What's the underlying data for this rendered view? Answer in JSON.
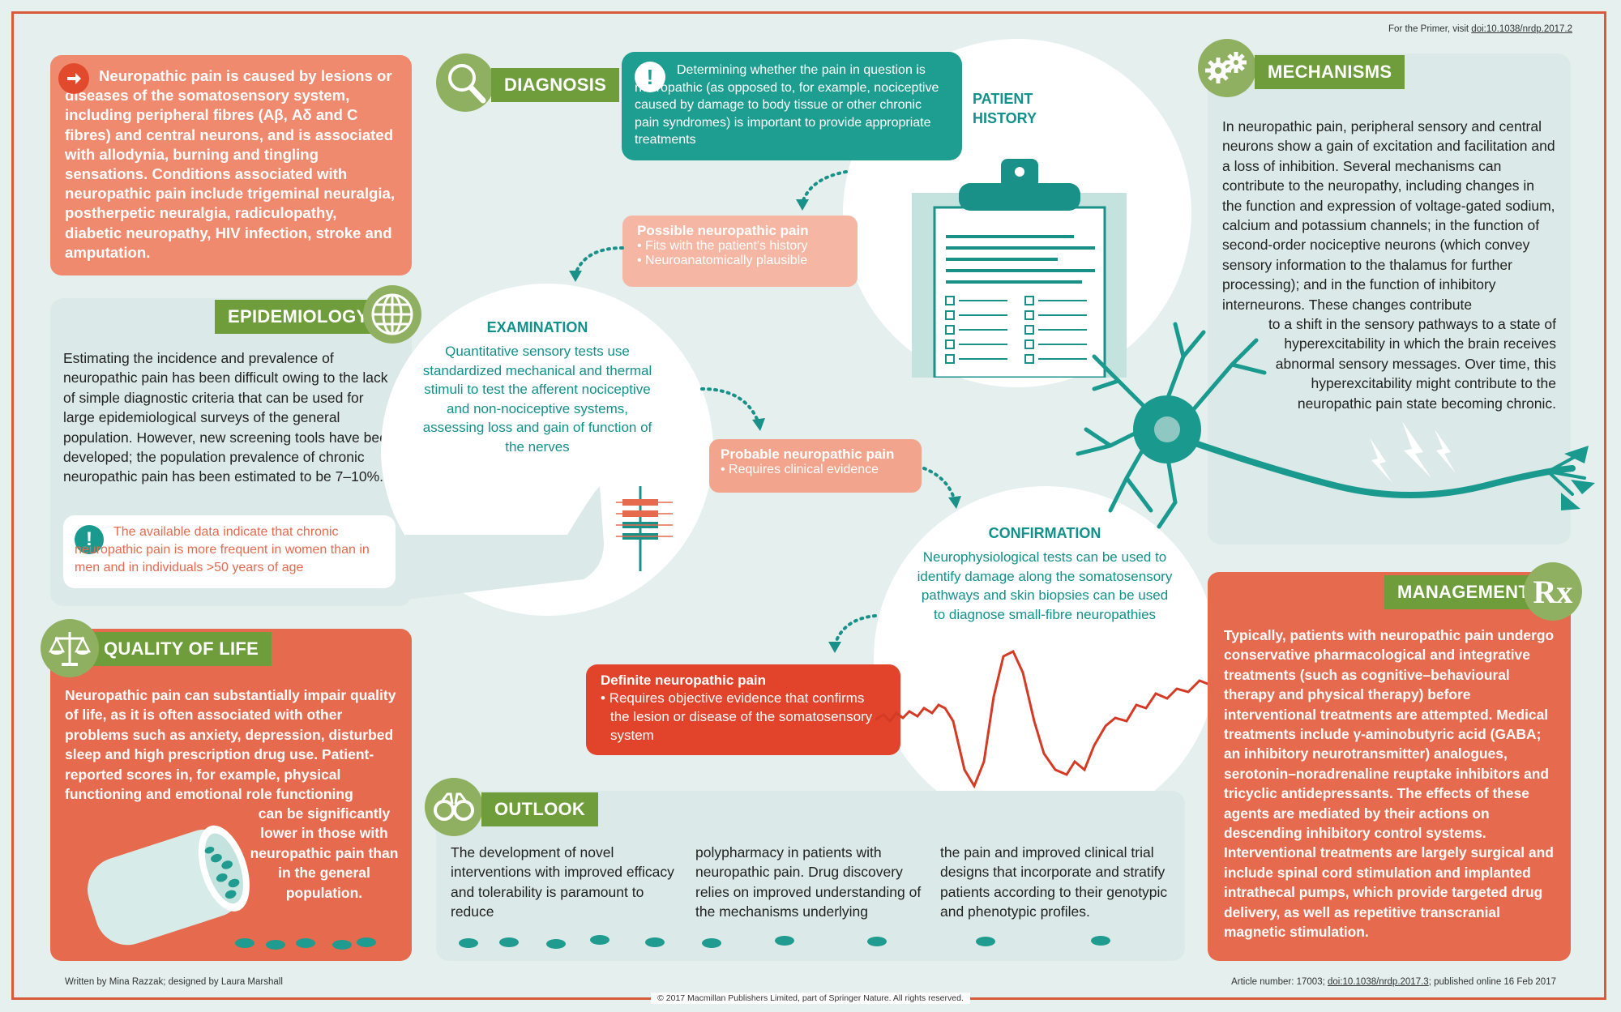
{
  "header": {
    "primer_text": "For the Primer, visit",
    "primer_link": "doi:10.1038/nrdp.2017.2"
  },
  "intro": {
    "text": "Neuropathic pain is caused by lesions or diseases of the somatosensory system, including peripheral fibres (Aβ, Aδ and C fibres) and central neurons, and is associated with allodynia, burning and tingling sensations. Conditions associated with neuropathic pain include trigeminal neuralgia, postherpetic neuralgia, radiculopathy, diabetic neuropathy, HIV infection, stroke and amputation."
  },
  "epidemiology": {
    "title": "EPIDEMIOLOGY",
    "text": "Estimating the incidence and prevalence of neuropathic pain has been difficult owing to the lack of simple diagnostic criteria that can be used for large epidemiological surveys of the general population. However, new screening tools have been developed; the population prevalence of chronic neuropathic pain has been estimated to be 7–10%.",
    "note": "The available data indicate that chronic neuropathic pain is more frequent in women than in men and in individuals >50 years of age"
  },
  "quality": {
    "title": "QUALITY OF LIFE",
    "text": "Neuropathic pain can substantially impair quality of life, as it is often associated with other problems such as anxiety, depression, disturbed sleep and high prescription drug use. Patient-reported scores in, for example, physical functioning and emotional role functioning",
    "text2": "can be significantly lower in those with neuropathic pain than in the general population."
  },
  "diagnosis": {
    "title": "DIAGNOSIS",
    "callout": "Determining whether the pain in question is neuropathic (as opposed to, for example, nociceptive caused by damage to body tissue or other chronic pain syndromes) is important to provide appropriate treatments"
  },
  "patient_history": {
    "title": "PATIENT HISTORY"
  },
  "possible": {
    "title": "Possible neuropathic pain",
    "items": [
      "• Fits with the patient's history",
      "• Neuroanatomically plausible"
    ]
  },
  "examination": {
    "title": "EXAMINATION",
    "text": "Quantitative sensory tests use standardized mechanical and thermal stimuli to test the afferent nociceptive and non-nociceptive systems, assessing loss and gain of function of the nerves"
  },
  "probable": {
    "title": "Probable neuropathic pain",
    "items": [
      "• Requires clinical evidence"
    ]
  },
  "confirmation": {
    "title": "CONFIRMATION",
    "text": "Neurophysiological tests can be used to identify damage along the somatosensory pathways and skin biopsies can be used to diagnose small-fibre neuropathies"
  },
  "definite": {
    "title": "Definite neuropathic pain",
    "item": "• Requires objective evidence that confirms the lesion or disease of the somatosensory system"
  },
  "mechanisms": {
    "title": "MECHANISMS",
    "text": "In neuropathic pain, peripheral sensory and central neurons show a gain of excitation and facilitation and a loss of inhibition. Several mechanisms can contribute to the neuropathy, including changes in the function and expression of voltage-gated sodium, calcium and potassium channels; in the function of second-order nociceptive neurons (which convey sensory information to the thalamus for further processing); and in the function of inhibitory interneurons. These changes contribute",
    "text2": "to a shift in the sensory pathways to a state of hyperexcitability in which the brain receives abnormal sensory messages. Over time, this hyperexcitability might contribute to the neuropathic pain state becoming chronic."
  },
  "management": {
    "title": "MANAGEMENT",
    "symbol": "Rx",
    "text": "Typically, patients with neuropathic pain undergo conservative pharmacological and integrative treatments (such as cognitive–behavioural therapy and physical therapy) before interventional treatments are attempted. Medical treatments include γ-aminobutyric acid (GABA; an inhibitory neurotransmitter) analogues, serotonin–noradrenaline reuptake inhibitors and tricyclic antidepressants. The effects of these agents are mediated by their actions on descending inhibitory control systems. Interventional treatments are largely surgical and include spinal cord stimulation and implanted intrathecal pumps, which provide targeted drug delivery, as well as repetitive transcranial magnetic stimulation."
  },
  "outlook": {
    "title": "OUTLOOK",
    "col1": "The development of novel interventions with improved efficacy and tolerability is paramount to reduce",
    "col2": "polypharmacy in patients with neuropathic pain. Drug discovery relies on improved understanding of the mechanisms underlying",
    "col3": "the pain and improved clinical trial designs that incorporate and stratify patients according to their genotypic and phenotypic profiles."
  },
  "footer": {
    "credits": "Written by Mina Razzak; designed by Laura Marshall",
    "article": "Article number: 17003;",
    "article_doi": "doi:10.1038/nrdp.2017.3",
    "published": "; published online 16 Feb 2017",
    "copyright": "© 2017 Macmillan Publishers Limited, part of Springer Nature. All rights reserved."
  },
  "colors": {
    "teal": "#12908a",
    "green": "#6f9d3b",
    "orange": "#e56a4e",
    "salmon": "#f5b7a3"
  }
}
